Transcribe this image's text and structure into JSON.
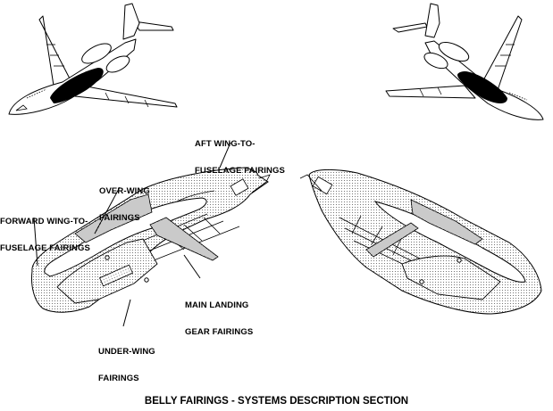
{
  "figure": {
    "title": "BELLY FAIRINGS - SYSTEMS DESCRIPTION SECTION",
    "views": [
      {
        "name": "left-isometric-view",
        "highlight": "belly fairing (black)"
      },
      {
        "name": "right-isometric-view",
        "highlight": "belly fairing (black)"
      }
    ],
    "callouts": {
      "aft_wing_to_fuselage": [
        "AFT WING-TO-",
        "FUSELAGE FAIRINGS"
      ],
      "over_wing": [
        "OVER-WING",
        "FAIRINGS"
      ],
      "forward_wing_to_fuselage": [
        "FORWARD WING-TO-",
        "FUSELAGE FAIRINGS"
      ],
      "main_landing_gear": [
        "MAIN LANDING",
        "GEAR FAIRINGS"
      ],
      "under_wing": [
        "UNDER-WING",
        "FAIRINGS"
      ]
    },
    "colors": {
      "ink": "#000000",
      "paper": "#ffffff",
      "stipple": "#9a9a9a"
    }
  }
}
